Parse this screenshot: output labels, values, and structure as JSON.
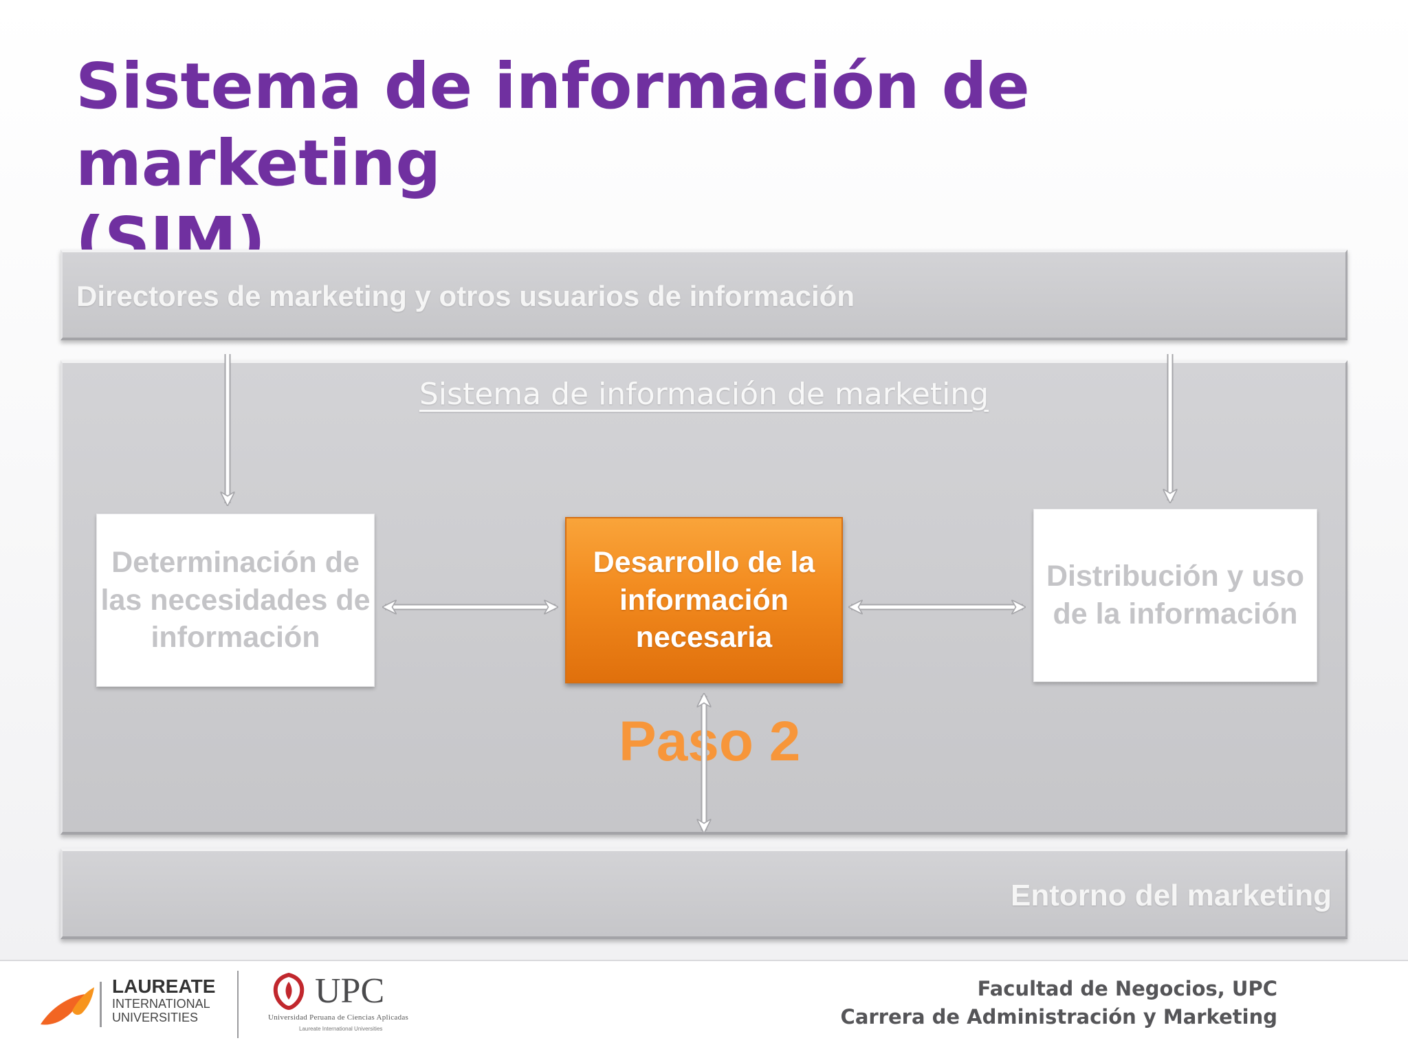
{
  "slide": {
    "title_line1": "Sistema de información de marketing",
    "title_line2": "(SIM)"
  },
  "diagram": {
    "top_band": "Directores de marketing y otros usuarios de información",
    "system_label": "Sistema de información de marketing",
    "bottom_band": "Entorno del marketing",
    "boxes": {
      "left": "Determinación de las necesidades de información",
      "center": "Desarrollo de la información necesaria",
      "right": "Distribución y uso de la información"
    },
    "step_label": "Paso 2"
  },
  "footer": {
    "laureate_logo": {
      "name": "LAUREATE",
      "sub1": "INTERNATIONAL",
      "sub2": "UNIVERSITIES"
    },
    "upc_logo": {
      "name": "UPC",
      "sub": "Universidad Peruana de Ciencias Aplicadas",
      "sub2": "Laureate International Universities"
    },
    "line1": "Facultad de Negocios, UPC",
    "line2": "Carrera de Administración y Marketing"
  },
  "colors": {
    "title": "#7030a0",
    "band": "#c9c9cc",
    "highlight_box": "#f28a1e",
    "step_label": "#f7963a",
    "inactive_text": "#c4c4c7"
  }
}
